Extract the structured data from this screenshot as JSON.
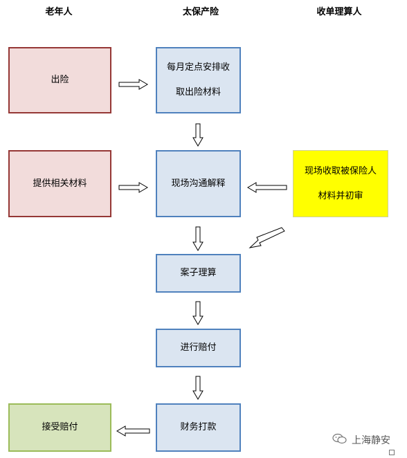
{
  "columns": {
    "elderly": "老年人",
    "insurer": "太保产险",
    "adjuster": "收单理算人"
  },
  "nodes": {
    "report_claim": "出险",
    "monthly_collect": [
      "每月定点安排收",
      "取出险材料"
    ],
    "provide_materials": "提供相关材料",
    "onsite_communication": "现场沟通解释",
    "onsite_collect": [
      "现场收取被保险人",
      "材料并初审"
    ],
    "case_adjustment": "案子理算",
    "compensation": "进行赔付",
    "finance_payment": "财务打款",
    "accept_compensation": "接受赔付"
  },
  "watermark": {
    "icon": "wechat-icon",
    "text": "上海静安"
  },
  "colors": {
    "red_fill": "#f2dcdb",
    "red_border": "#953735",
    "blue_fill": "#dbe5f1",
    "blue_border": "#4f81bd",
    "yellow_fill": "#ffff00",
    "green_fill": "#d7e4bc",
    "green_border": "#9bbb59"
  }
}
